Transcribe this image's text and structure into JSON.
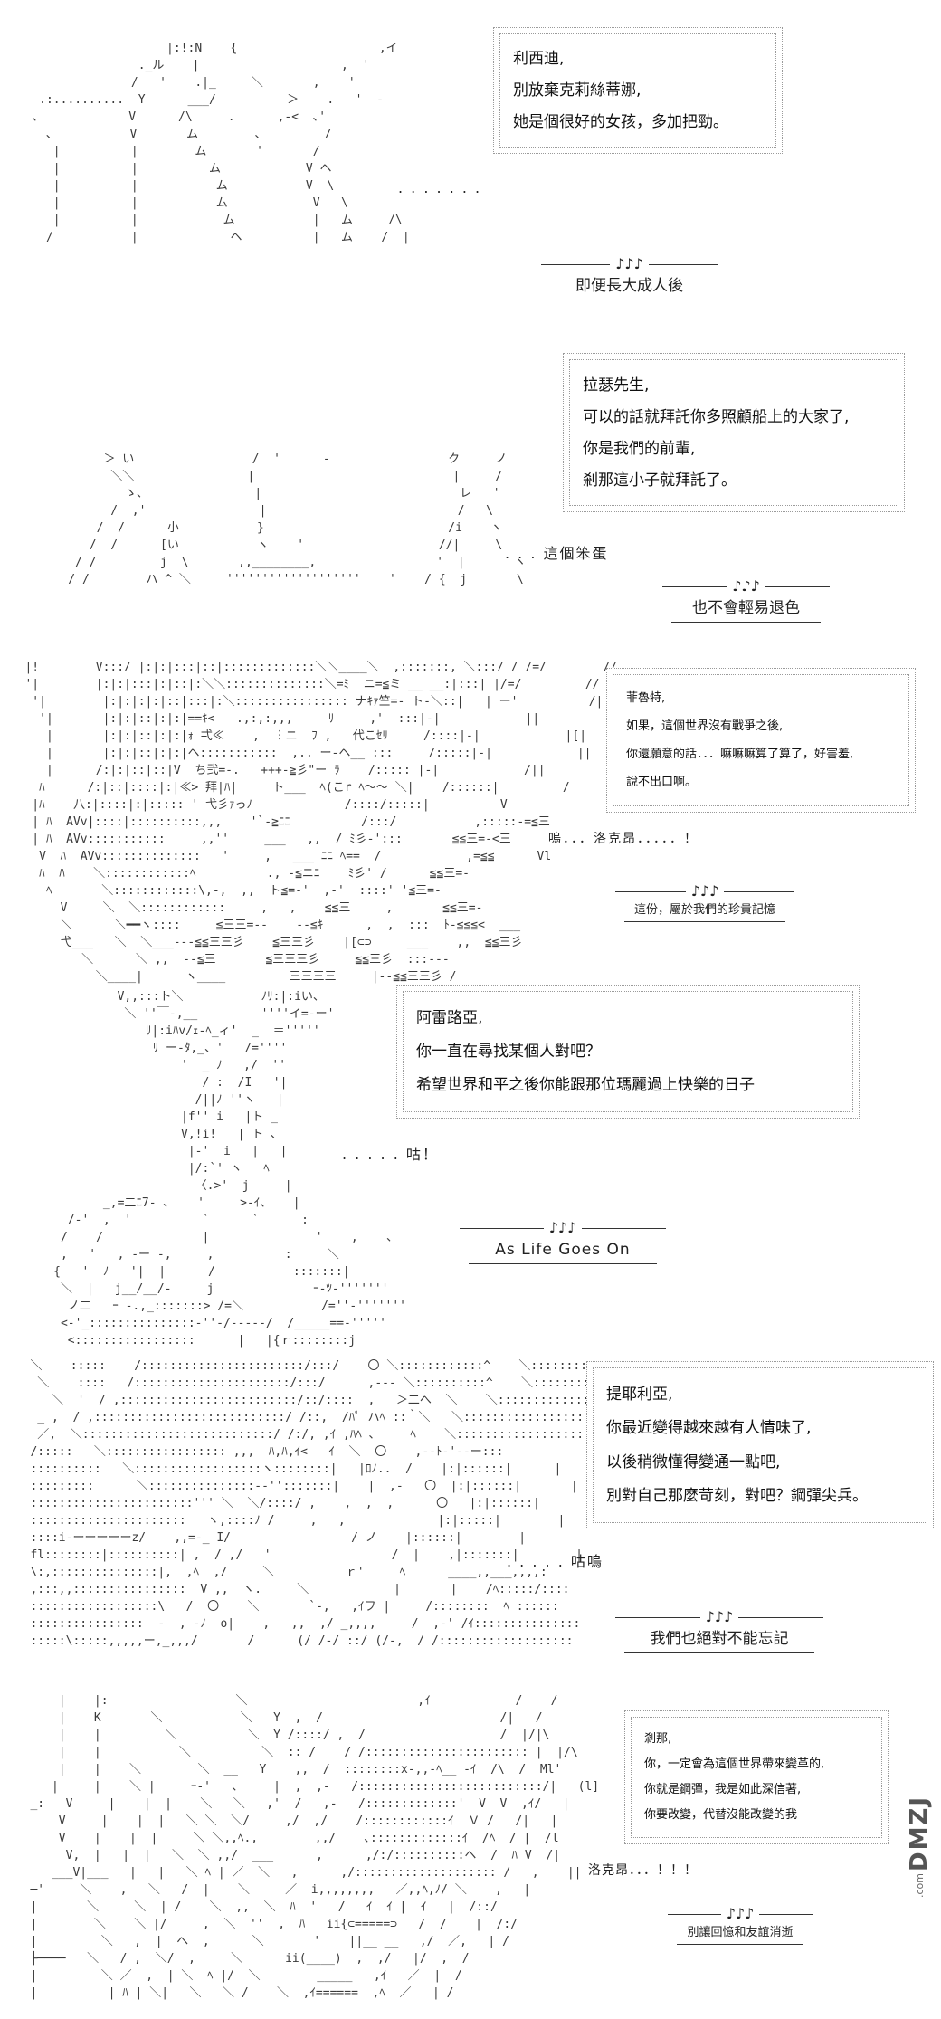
{
  "panels": [
    {
      "lines": [
        "利西迪,",
        "別放棄克莉絲蒂娜,",
        "她是個很好的女孩，多加把勁。"
      ],
      "ellipsis": ". . . . . . .",
      "notes": "♪♪♪",
      "caption": "即便長大成人後"
    },
    {
      "lines": [
        "拉瑟先生,",
        "可以的話就拜託你多照顧船上的大家了,",
        "你是我們的前輩,",
        "剎那這小子就拜託了。"
      ],
      "ellipsis": ". . . 這個笨蛋",
      "notes": "♪♪♪",
      "caption": "也不會輕易退色"
    },
    {
      "lines": [
        "菲魯特,",
        "如果，這個世界沒有戰爭之後,",
        "你還願意的話．．．嘛嘛嘛算了算了，好害羞,",
        "說不出口啊。"
      ],
      "ellipsis": "嗚．．．洛克昂．．．．．！",
      "notes": "♪♪♪",
      "caption": "這份，屬於我們的珍貴記憶"
    },
    {
      "lines": [
        "阿雷路亞,",
        "你一直在尋找某個人對吧？",
        "希望世界和平之後你能跟那位瑪麗過上快樂的日子"
      ],
      "ellipsis": ". . . . . 咕！",
      "notes": "♪♪♪",
      "caption": "As Life Goes On"
    },
    {
      "lines": [
        "提耶利亞,",
        "你最近變得越來越有人情味了,",
        "以後稍微懂得變通一點吧,",
        "別對自己那麼苛刻，對吧？鋼彈尖兵。"
      ],
      "ellipsis": ". . . . . 咕嗚",
      "notes": "♪♪♪",
      "caption": "我們也絕對不能忘記"
    },
    {
      "lines": [
        "剎那,",
        "你，一定會為這個世界帶來變革的,",
        "你就是鋼彈，我是如此深信著,",
        "你要改變，代替沒能改變的我"
      ],
      "ellipsis": "洛克昂．．．！！！",
      "notes": "♪♪♪",
      "caption": "別讓回憶和友誼消逝"
    }
  ],
  "watermark": {
    "logo": "DMZJ",
    "domain": ".com"
  }
}
